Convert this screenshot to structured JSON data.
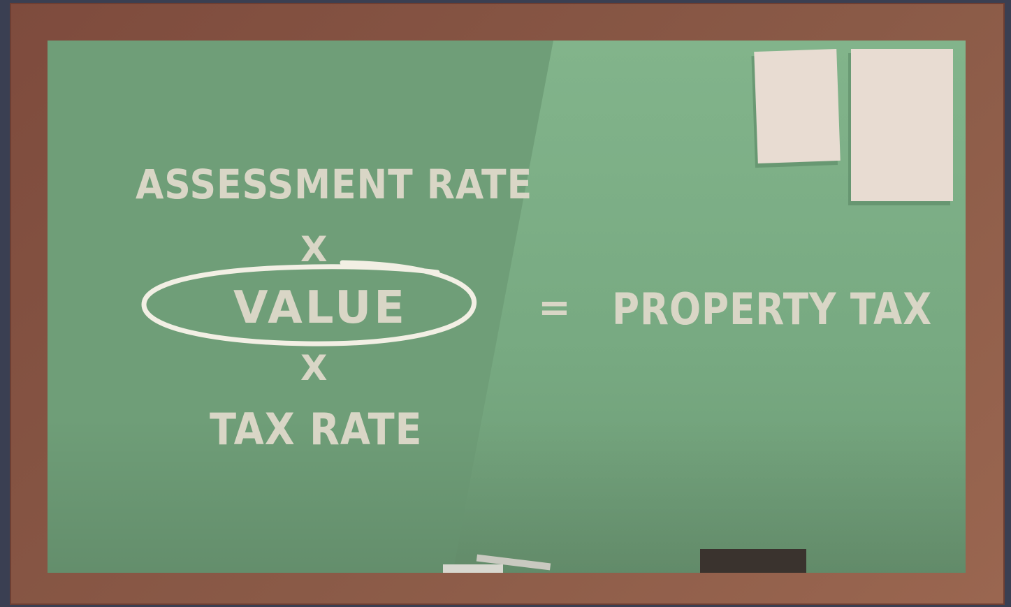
{
  "formula": {
    "term_assessment_rate": "ASSESSMENT RATE",
    "multiply_1": "X",
    "term_value": "VALUE",
    "multiply_2": "X",
    "term_tax_rate": "TAX RATE",
    "equals": "=",
    "result": "PROPERTY TAX"
  },
  "colors": {
    "board": "#6f9e78",
    "frame": "#8a5a47",
    "chalk": "#d9d6c6",
    "paper": "#e8dcd2"
  }
}
